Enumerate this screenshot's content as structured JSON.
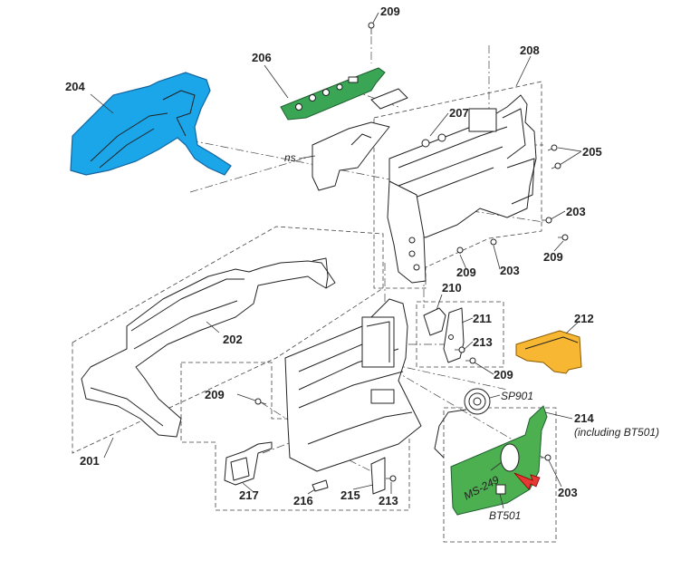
{
  "colors": {
    "part_204": "#1aa6e8",
    "board_206": "#3aa655",
    "board_214": "#4caf50",
    "part_212": "#f7b733",
    "arrow_bt501": "#e53935"
  },
  "labels": {
    "l201": "201",
    "l202": "202",
    "l203a": "203",
    "l203b": "203",
    "l203c": "203",
    "l204": "204",
    "l205": "205",
    "l206": "206",
    "l207": "207",
    "l208": "208",
    "l209a": "209",
    "l209b": "209",
    "l209c": "209",
    "l209d": "209",
    "l209e": "209",
    "l210": "210",
    "l211": "211",
    "l212": "212",
    "l213a": "213",
    "l213b": "213",
    "l214": "214",
    "l214_note": "(including BT501)",
    "l215": "215",
    "l216": "216",
    "l217": "217",
    "ns": "ns",
    "sp901": "SP901",
    "ms249": "MS-249",
    "bt501": "BT501"
  }
}
